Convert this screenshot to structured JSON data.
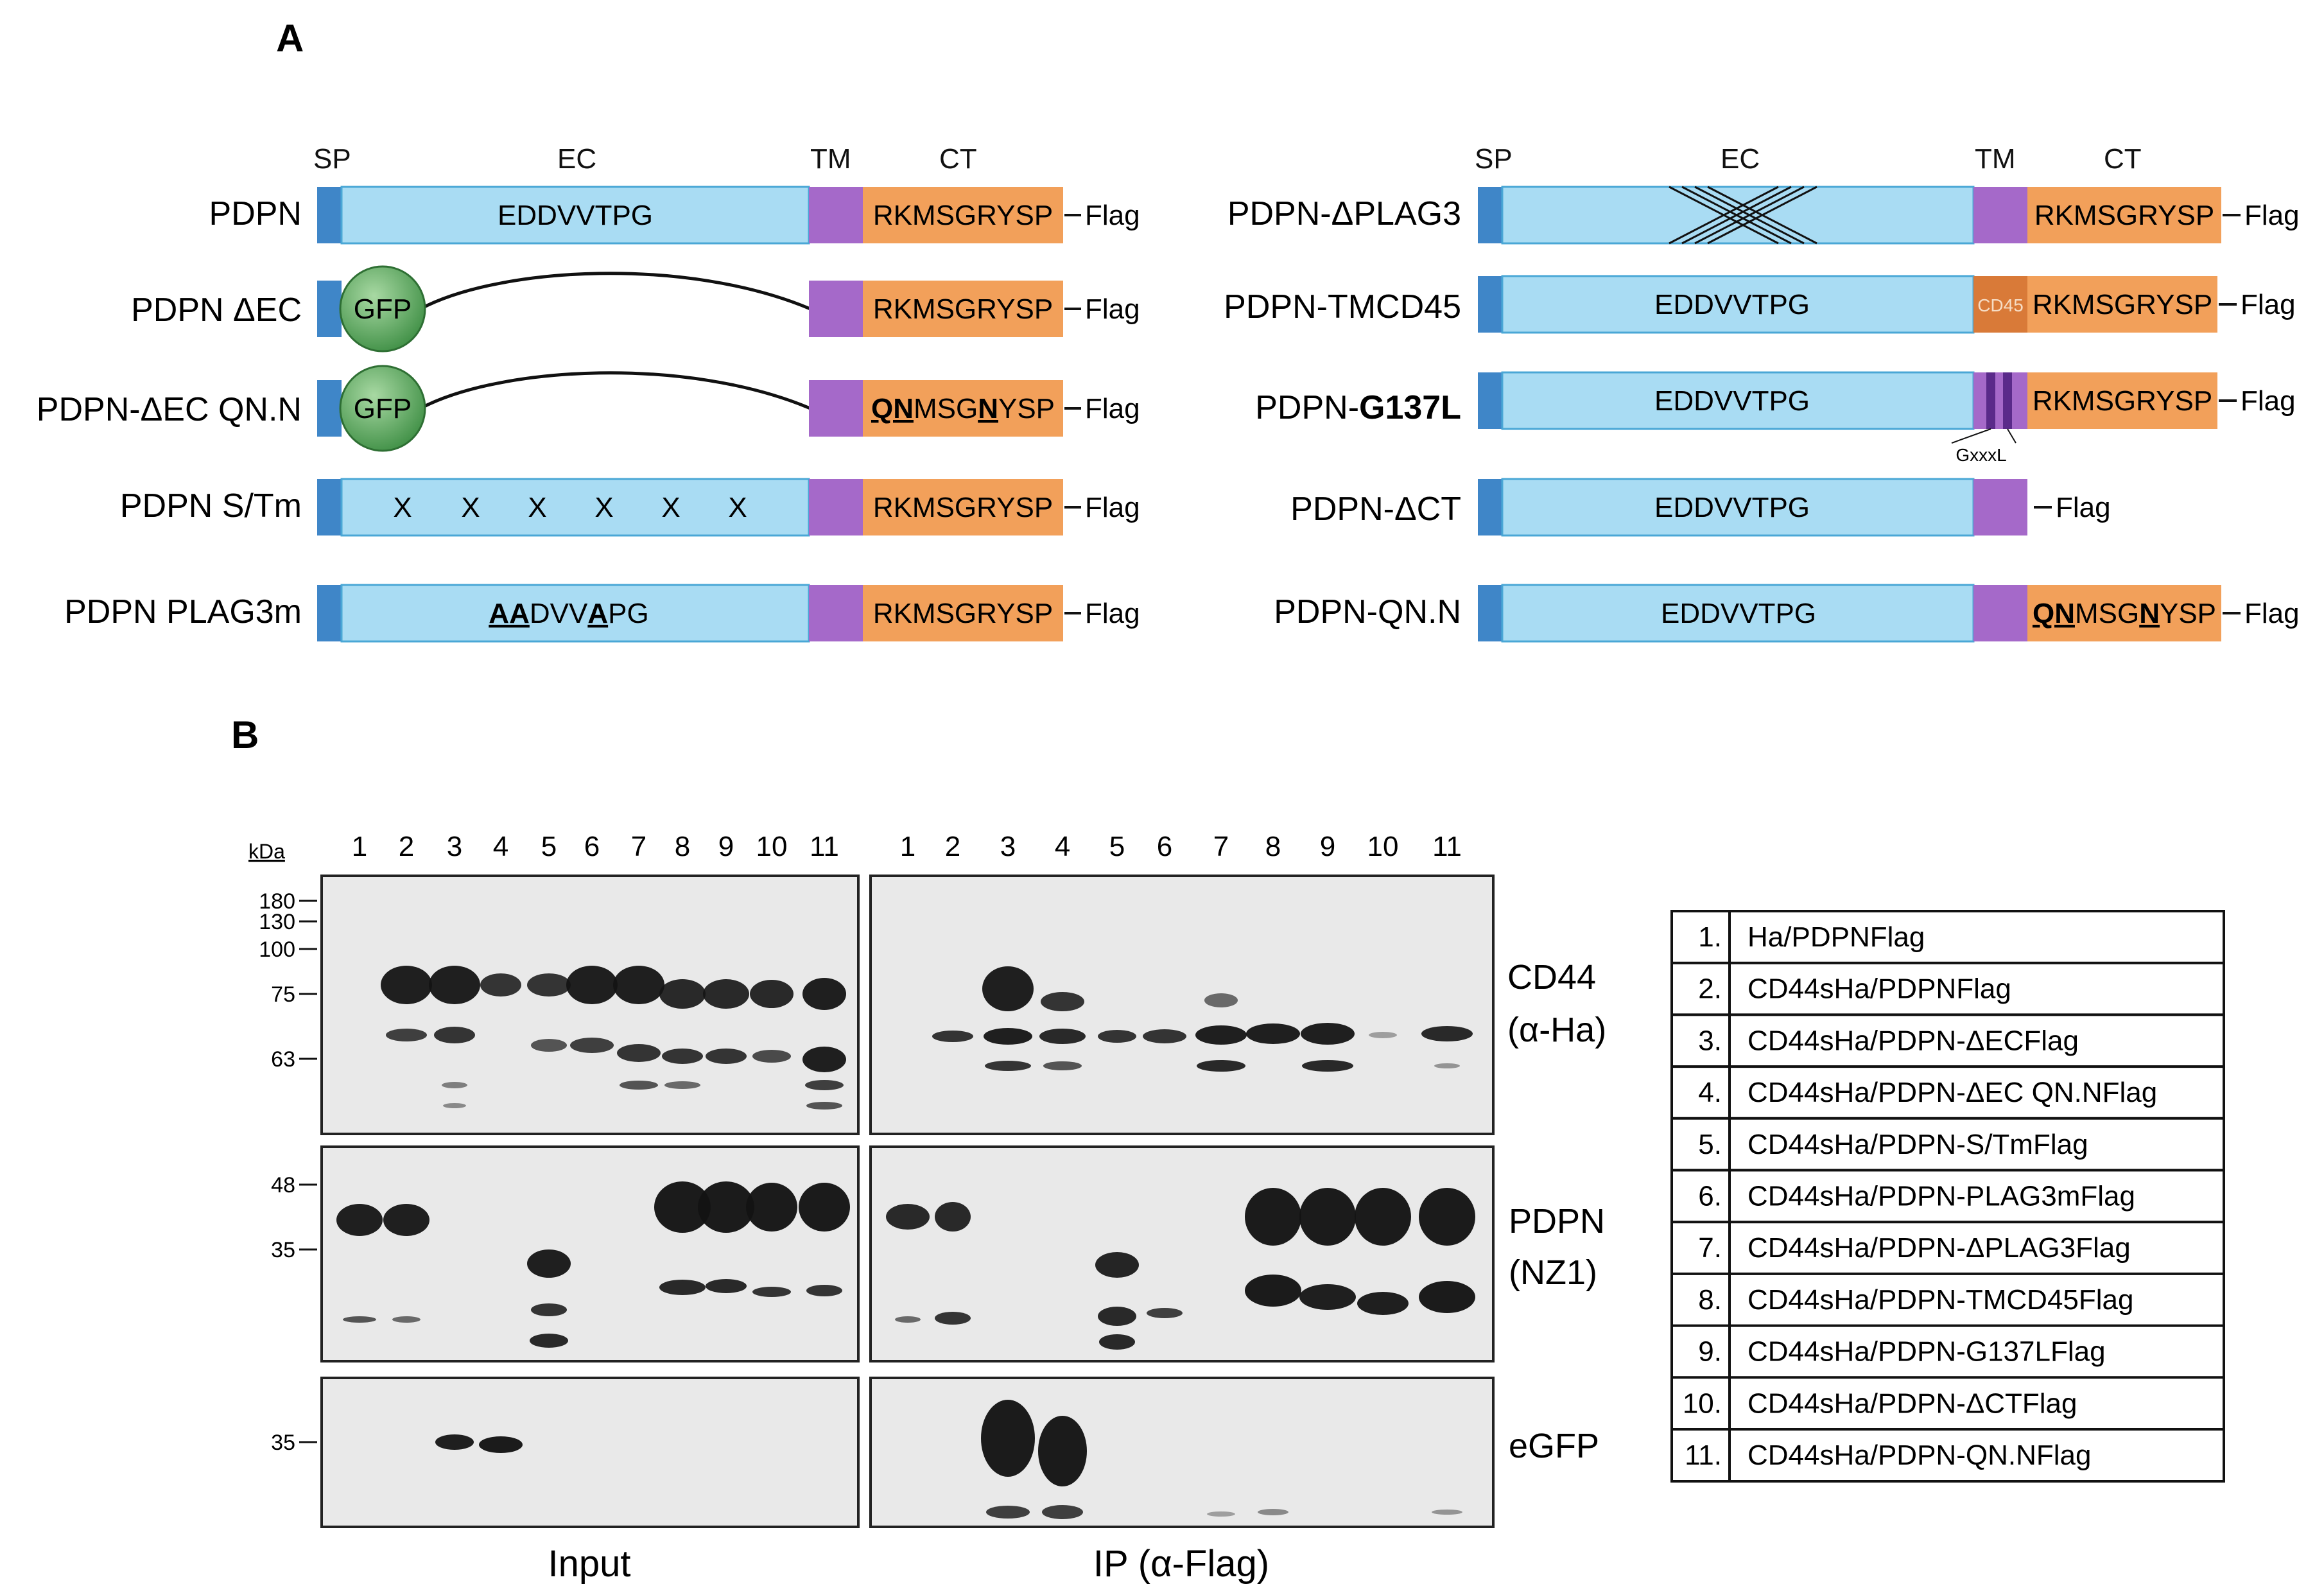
{
  "panels": {
    "a": "A",
    "b": "B"
  },
  "domains": {
    "sp": "SP",
    "ec": "EC",
    "tm": "TM",
    "ct": "CT"
  },
  "constructs_left": [
    {
      "name": "PDPN",
      "ec": "EDDVVTPG",
      "ct": "RKMSGRYSP",
      "tag": "Flag"
    },
    {
      "name": "PDPN ΔEC",
      "gfp": "GFP",
      "ct": "RKMSGRYSP",
      "tag": "Flag"
    },
    {
      "name": "PDPN-ΔEC QN.N",
      "gfp": "GFP",
      "ct_parts": [
        "QN",
        "MSG",
        "N",
        "YSP"
      ],
      "tag": "Flag"
    },
    {
      "name": "PDPN S/Tm",
      "ec_marks": [
        "X",
        "X",
        "X",
        "X",
        "X",
        "X"
      ],
      "ct": "RKMSGRYSP",
      "tag": "Flag"
    },
    {
      "name": "PDPN PLAG3m",
      "ec_parts": [
        "AA",
        "DVV",
        "A",
        "PG"
      ],
      "ct": "RKMSGRYSP",
      "tag": "Flag"
    }
  ],
  "constructs_right": [
    {
      "name": "PDPN-ΔPLAG3",
      "ct": "RKMSGRYSP",
      "tag": "Flag"
    },
    {
      "name": "PDPN-TMCD45",
      "ec": "EDDVVTPG",
      "tm": "CD45",
      "ct": "RKMSGRYSP",
      "tag": "Flag"
    },
    {
      "name_parts": [
        "PDPN-",
        "G137L"
      ],
      "ec": "EDDVVTPG",
      "ct": "RKMSGRYSP",
      "tag": "Flag",
      "motif": "GxxxL"
    },
    {
      "name": "PDPN-ΔCT",
      "ec": "EDDVVTPG",
      "tag": "Flag"
    },
    {
      "name": "PDPN-QN.N",
      "ec": "EDDVVTPG",
      "ct_parts": [
        "QN",
        "MSG",
        "N",
        "YSP"
      ],
      "tag": "Flag"
    }
  ],
  "blot": {
    "kda_label": "kDa",
    "lanes": [
      "1",
      "2",
      "3",
      "4",
      "5",
      "6",
      "7",
      "8",
      "9",
      "10",
      "11"
    ],
    "markers_top": [
      "180",
      "130",
      "100",
      "75",
      "63"
    ],
    "markers_mid": [
      "48",
      "35"
    ],
    "markers_bottom": [
      "35"
    ],
    "row_labels": [
      [
        "CD44",
        "(α-Ha)"
      ],
      [
        "PDPN",
        "(NZ1)"
      ],
      [
        "eGFP"
      ]
    ],
    "group_labels": {
      "input": "Input",
      "ip": "IP (α-Flag)"
    }
  },
  "legend": [
    {
      "num": "1.",
      "text": "Ha/PDPNFlag"
    },
    {
      "num": "2.",
      "text": "CD44sHa/PDPNFlag"
    },
    {
      "num": "3.",
      "text": "CD44sHa/PDPN-ΔECFlag"
    },
    {
      "num": "4.",
      "text": "CD44sHa/PDPN-ΔEC QN.NFlag"
    },
    {
      "num": "5.",
      "text": "CD44sHa/PDPN-S/TmFlag"
    },
    {
      "num": "6.",
      "text": "CD44sHa/PDPN-PLAG3mFlag"
    },
    {
      "num": "7.",
      "text": "CD44sHa/PDPN-ΔPLAG3Flag"
    },
    {
      "num": "8.",
      "text": "CD44sHa/PDPN-TMCD45Flag"
    },
    {
      "num": "9.",
      "text": "CD44sHa/PDPN-G137LFlag"
    },
    {
      "num": "10.",
      "text": "CD44sHa/PDPN-ΔCTFlag"
    },
    {
      "num": "11.",
      "text": "CD44sHa/PDPN-QN.NFlag"
    }
  ],
  "colors": {
    "ec": "#a9dcf3",
    "ec_border": "#4aa7d6",
    "sp": "#3f86c8",
    "tm": "#a569c9",
    "ct": "#f2a05a",
    "gfp": "#56a45a",
    "blot_bg": "#e9e9e9",
    "band": "#141414"
  }
}
